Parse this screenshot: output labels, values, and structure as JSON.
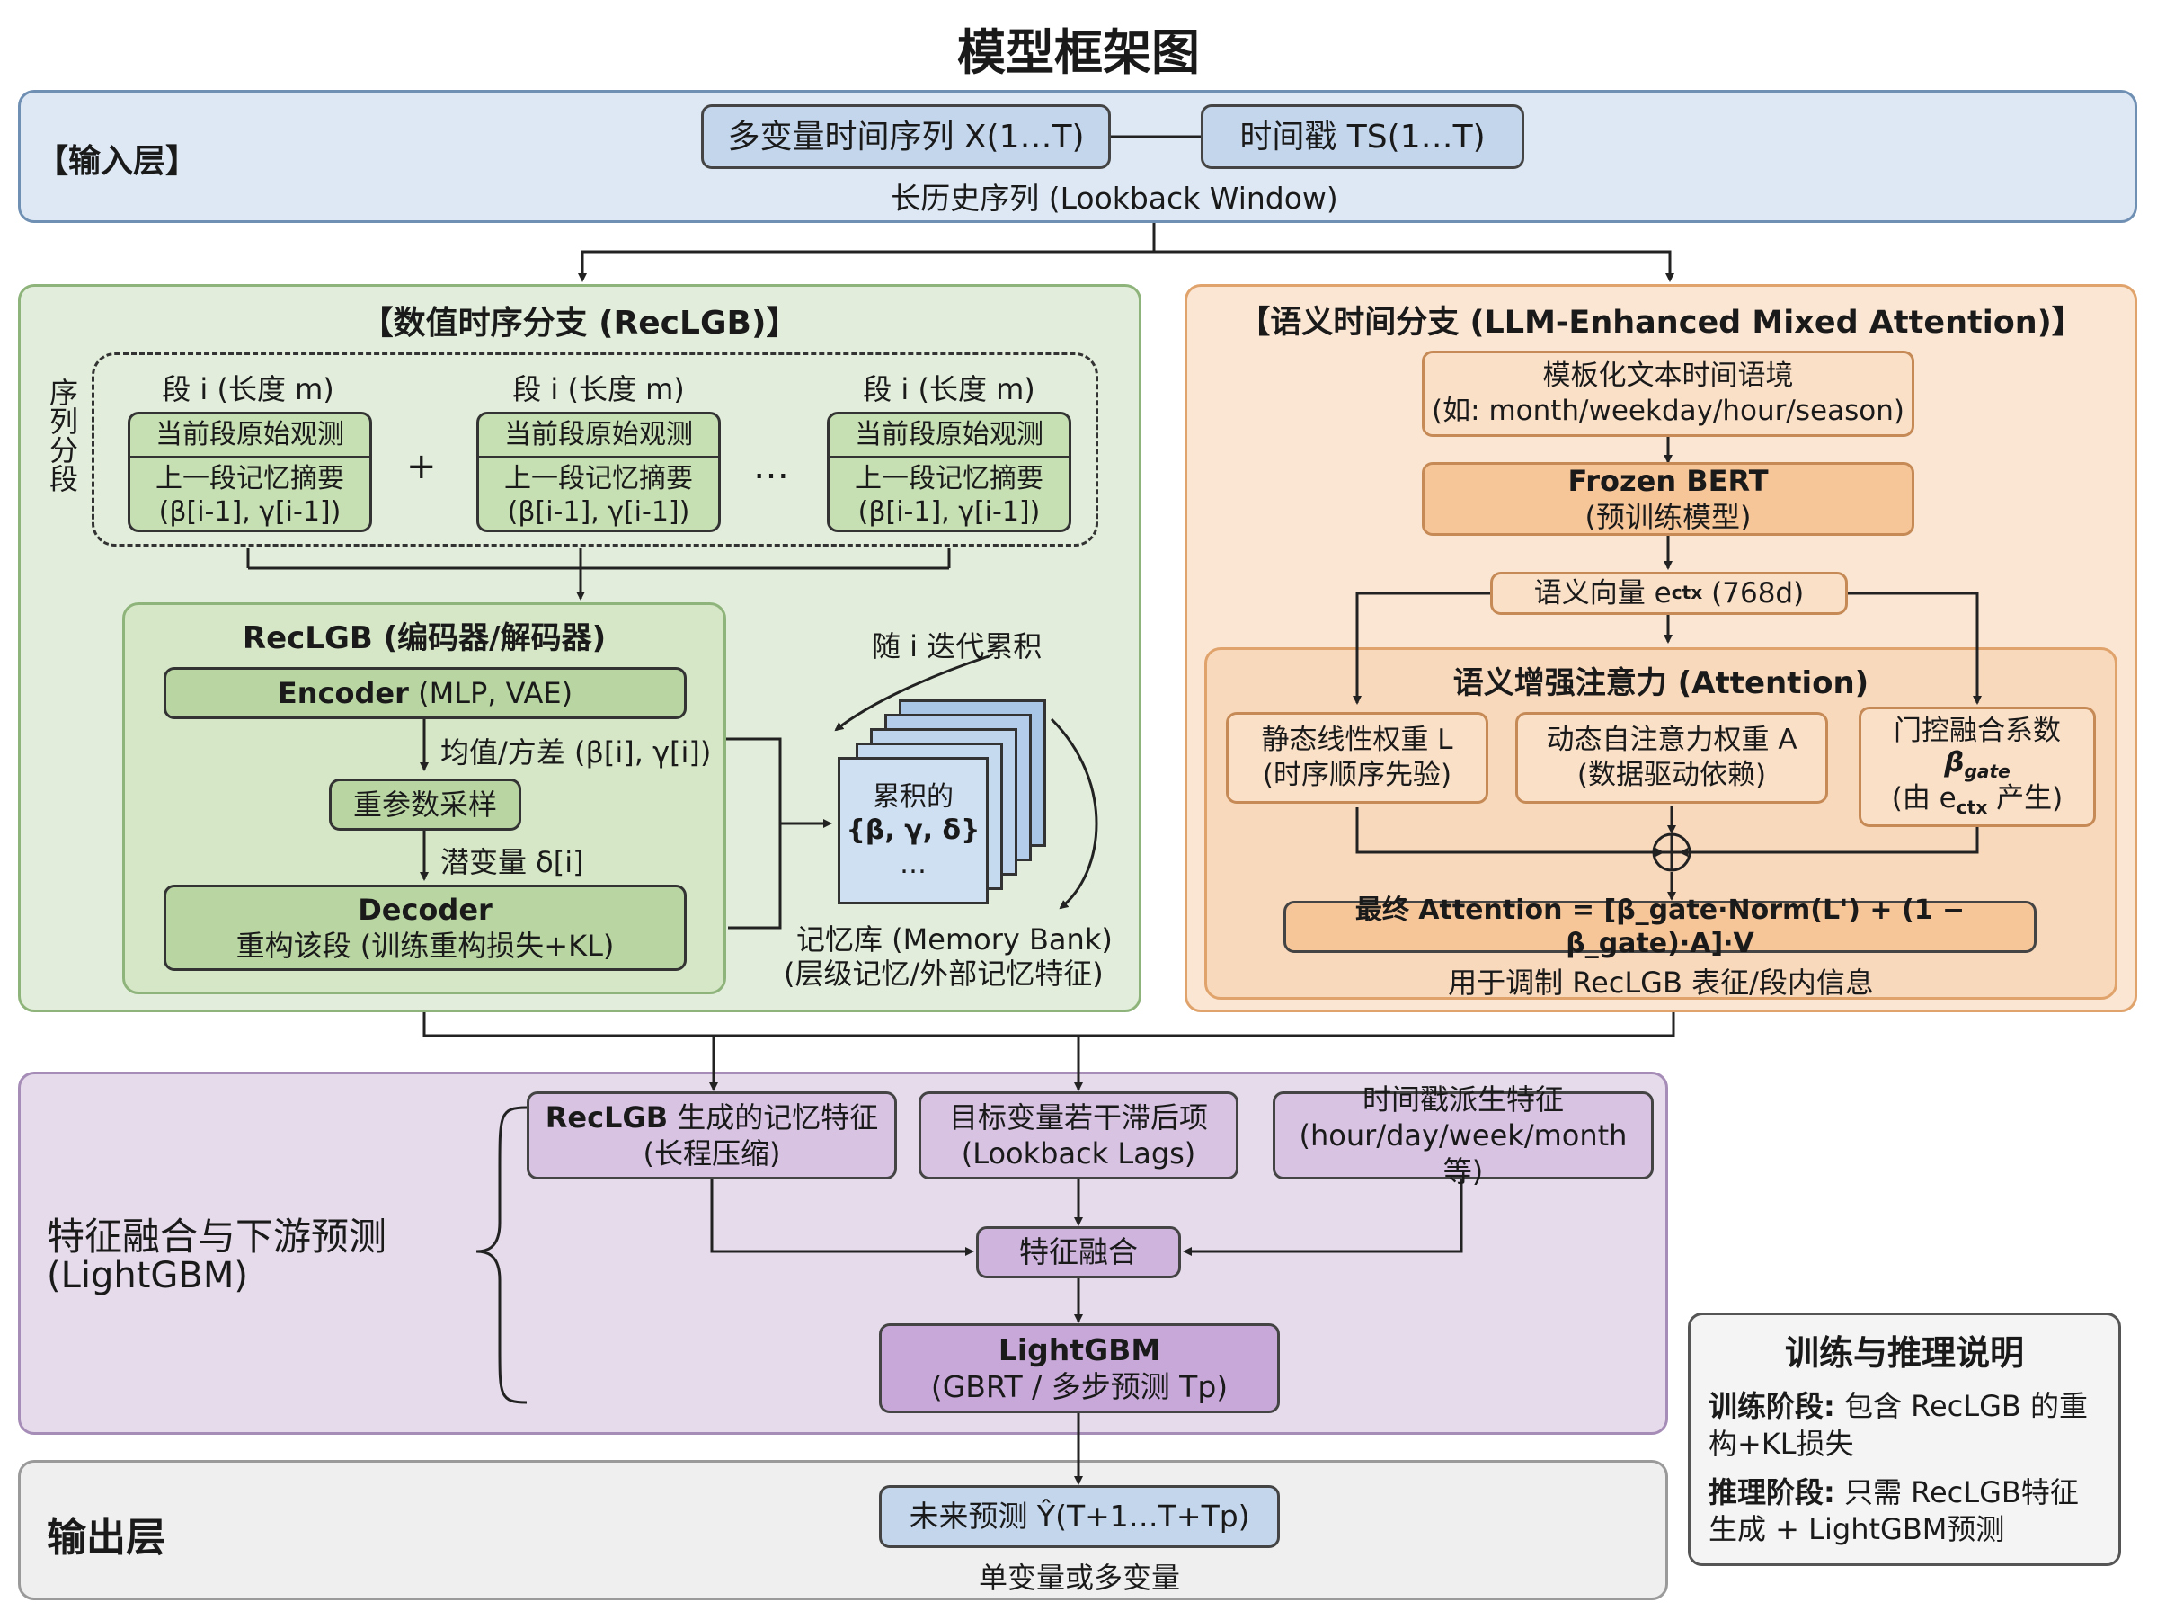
{
  "title": "模型框架图",
  "input": {
    "label": "【输入层】",
    "series_box": "多变量时间序列 X(1…T)",
    "ts_box": "时间戳 TS(1…T)",
    "caption": "长历史序列 (Lookback Window)"
  },
  "numeric": {
    "title": "【数值时序分支 (RecLGB)】",
    "side_label": "序列分段",
    "segments": [
      {
        "header": "段 i (长度 m)",
        "raw": "当前段原始观测",
        "memory": "上一段记忆摘要",
        "params": "(β[i-1], γ[i-1])"
      },
      {
        "header": "段 i (长度 m)",
        "raw": "当前段原始观测",
        "memory": "上一段记忆摘要",
        "params": "(β[i-1], γ[i-1])"
      },
      {
        "header": "段 i (长度 m)",
        "raw": "当前段原始观测",
        "memory": "上一段记忆摘要",
        "params": "(β[i-1], γ[i-1])"
      }
    ],
    "plus": "+",
    "ellipsis": "…",
    "reclgb_title": "RecLGB (编码器/解码器)",
    "encoder_bold": "Encoder",
    "encoder_rest": " (MLP, VAE)",
    "mean_var": "均值/方差 (β[i], γ[i])",
    "reparam": "重参数采样",
    "latent": "潜变量 δ[i]",
    "decoder_title": "Decoder",
    "decoder_sub": "重构该段 (训练重构损失+KL)",
    "iter_label": "随 i 迭代累积",
    "stack_line1": "累积的",
    "stack_line2": "{β, γ, δ}",
    "stack_line3": "…",
    "memory_bank": "记忆库 (Memory Bank)",
    "memory_bank_sub": "(层级记忆/外部记忆特征)"
  },
  "semantic": {
    "title": "【语义时间分支 (LLM-Enhanced Mixed Attention)】",
    "template_line1": "模板化文本时间语境",
    "template_line2": "(如: month/weekday/hour/season)",
    "bert_title": "Frozen BERT",
    "bert_sub": "(预训练模型)",
    "vector_prefix": "语义向量 e",
    "vector_sub": "ctx",
    "vector_suffix": " (768d)",
    "attention_title": "语义增强注意力 (Attention)",
    "static_line1": "静态线性权重 L",
    "static_line2": "(时序顺序先验)",
    "dynamic_line1": "动态自注意力权重 A",
    "dynamic_line2": "(数据驱动依赖)",
    "gate_line1": "门控融合系数",
    "gate_symbol": "β",
    "gate_sub": "gate",
    "gate_line3_prefix": "(由 e",
    "gate_line3_sub": "ctx",
    "gate_line3_suffix": " 产生)",
    "oplus": "⊕",
    "formula": "最终 Attention = [β_gate·Norm(L') + (1 − β_gate)·A]·V",
    "caption": "用于调制 RecLGB 表征/段内信息"
  },
  "fusion": {
    "label_line1": "特征融合与下游预测",
    "label_line2": "(LightGBM)",
    "mem_feat_bold": "RecLGB",
    "mem_feat_rest": " 生成的记忆特征",
    "mem_feat_sub": "(长程压缩)",
    "lags_line1": "目标变量若干滞后项",
    "lags_line2": "(Lookback Lags)",
    "ts_feat_line1": "时间戳派生特征",
    "ts_feat_line2": "(hour/day/week/month 等)",
    "fusion_box": "特征融合",
    "lgbm_title": "LightGBM",
    "lgbm_sub": "(GBRT / 多步预测 Tp)"
  },
  "output": {
    "label": "输出层",
    "pred": "未来预测 Ŷ(T+1…T+Tp)",
    "caption": "单变量或多变量"
  },
  "notes": {
    "title": "训练与推理说明",
    "train_bold": "训练阶段:",
    "train_text": " 包含 RecLGB 的重构+KL损失",
    "infer_bold": "推理阶段:",
    "infer_text": " 只需 RecLGB特征生成 + LightGBM预测"
  }
}
